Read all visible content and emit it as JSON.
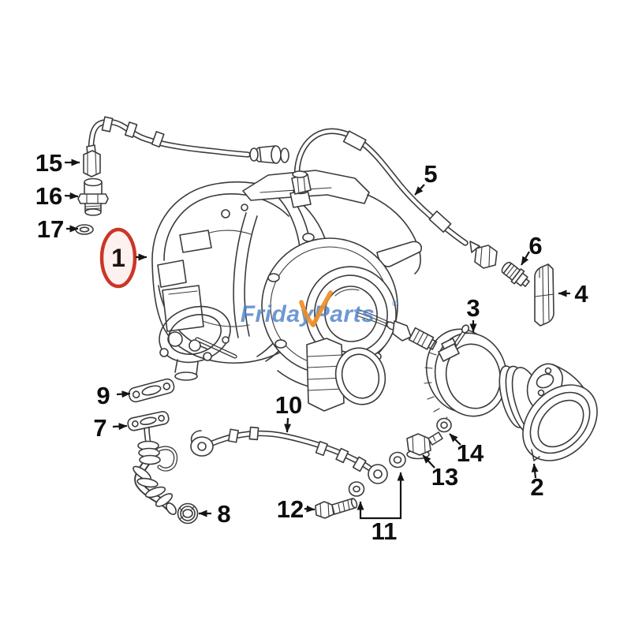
{
  "diagram": {
    "kind": "exploded-parts-diagram",
    "background": "#ffffff",
    "line_color": "#3b3b3b",
    "label_color": "#0e0e0e"
  },
  "callouts": {
    "c1": "1",
    "c2": "2",
    "c3": "3",
    "c4": "4",
    "c5": "5",
    "c6": "6",
    "c7": "7",
    "c8": "8",
    "c9": "9",
    "c10": "10",
    "c11": "11",
    "c12": "12",
    "c13": "13",
    "c14": "14",
    "c15": "15",
    "c16": "16",
    "c17": "17"
  },
  "highlight": {
    "color": "#cc3526"
  },
  "watermark": {
    "text": "FridayParts",
    "registered": "®",
    "blue": "#4a7fc8",
    "orange": "#ee8f25"
  }
}
